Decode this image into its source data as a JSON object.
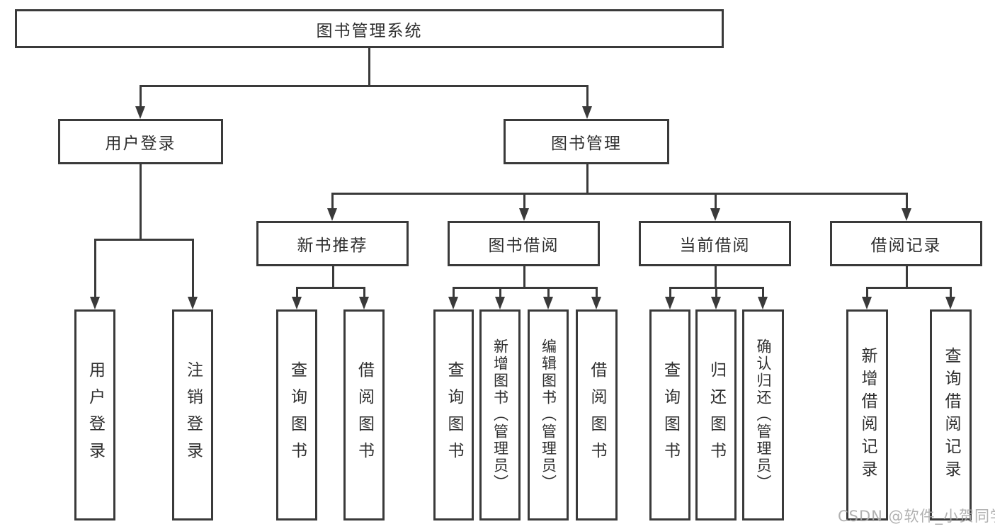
{
  "diagram_type": "hierarchy-tree",
  "tree": {
    "root": {
      "label": "图书管理系统"
    },
    "branches": [
      {
        "label": "用户登录",
        "children": [
          {
            "label": "用户登录"
          },
          {
            "label": "注销登录"
          }
        ]
      },
      {
        "label": "图书管理",
        "children": [
          {
            "label": "新书推荐",
            "children": [
              {
                "label": "查询图书"
              },
              {
                "label": "借阅图书"
              }
            ]
          },
          {
            "label": "图书借阅",
            "children": [
              {
                "label": "查询图书"
              },
              {
                "label": "新增图书（管理员）"
              },
              {
                "label": "编辑图书（管理员）"
              },
              {
                "label": "借阅图书"
              }
            ]
          },
          {
            "label": "当前借阅",
            "children": [
              {
                "label": "查询图书"
              },
              {
                "label": "归还图书"
              },
              {
                "label": "确认归还（管理员）"
              }
            ]
          },
          {
            "label": "借阅记录",
            "children": [
              {
                "label": "新增借阅记录"
              },
              {
                "label": "查询借阅记录"
              }
            ]
          }
        ]
      }
    ]
  },
  "watermark": {
    "text": "CSDN @软件_小贺同学",
    "color": "#a9a9a9"
  },
  "colors": {
    "line": "#3a3a3a",
    "box_border": "#3a3a3a",
    "text": "#2f2f2f",
    "background": "#ffffff"
  }
}
